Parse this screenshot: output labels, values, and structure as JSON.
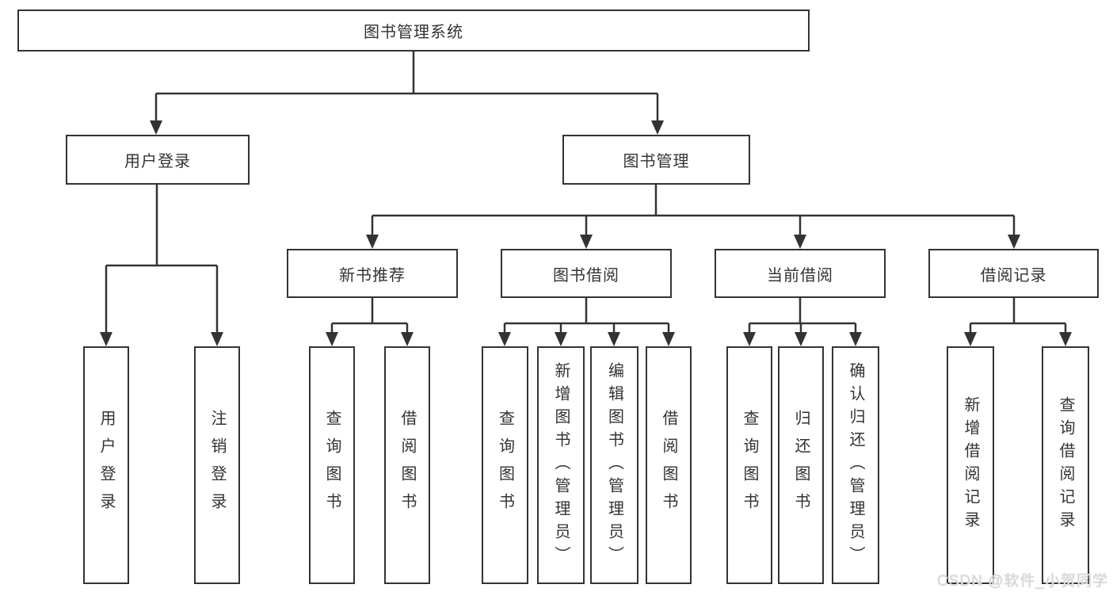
{
  "tree": {
    "root": "图书管理系统",
    "level2": [
      {
        "label": "用户登录",
        "children": [
          "用户登录",
          "注销登录"
        ]
      },
      {
        "label": "图书管理",
        "sections": [
          {
            "label": "新书推荐",
            "children": [
              "查询图书",
              "借阅图书"
            ]
          },
          {
            "label": "图书借阅",
            "children": [
              "查询图书",
              "新增图书（管理员）",
              "编辑图书（管理员）",
              "借阅图书"
            ]
          },
          {
            "label": "当前借阅",
            "children": [
              "查询图书",
              "归还图书",
              "确认归还（管理员）"
            ]
          },
          {
            "label": "借阅记录",
            "children": [
              "新增借阅记录",
              "查询借阅记录"
            ]
          }
        ]
      }
    ]
  },
  "watermark": "CSDN @软件_小贺同学",
  "colors": {
    "line": "#333333",
    "text": "#333333",
    "bg": "#ffffff",
    "watermark": "#dcdcdc"
  }
}
